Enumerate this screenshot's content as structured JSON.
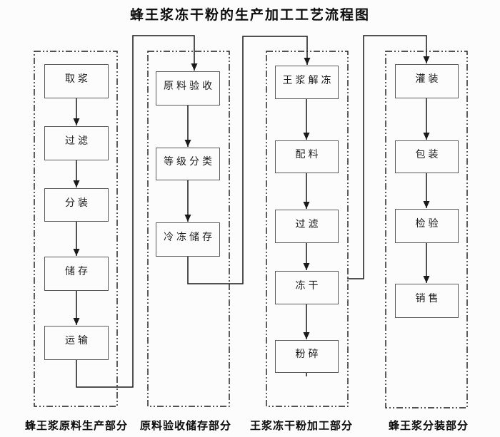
{
  "title": "蜂王浆冻干粉的生产加工工艺流程图",
  "columns": [
    {
      "label": "蜂王浆原料生产部分",
      "steps": [
        "取浆",
        "过滤",
        "分装",
        "储存",
        "运输"
      ]
    },
    {
      "label": "原料验收储存部分",
      "steps": [
        "原料验收",
        "等级分类",
        "冷冻储存"
      ]
    },
    {
      "label": "王浆冻干粉加工部分",
      "steps": [
        "王浆解冻",
        "配料",
        "过滤",
        "冻干",
        "粉碎"
      ]
    },
    {
      "label": "蜂王浆分装部分",
      "steps": [
        "灌装",
        "包装",
        "检验",
        "销售"
      ]
    }
  ],
  "edges": [
    {
      "from": "运输",
      "to": "原料验收"
    },
    {
      "from": "冷冻储存",
      "to": "王浆解冻"
    },
    {
      "from": "冻干",
      "to": "灌装"
    }
  ],
  "colors": {
    "background": "#fcfcfc",
    "line": "#1a1a1a",
    "box_border": "#5a5a5a",
    "text": "#111111"
  }
}
